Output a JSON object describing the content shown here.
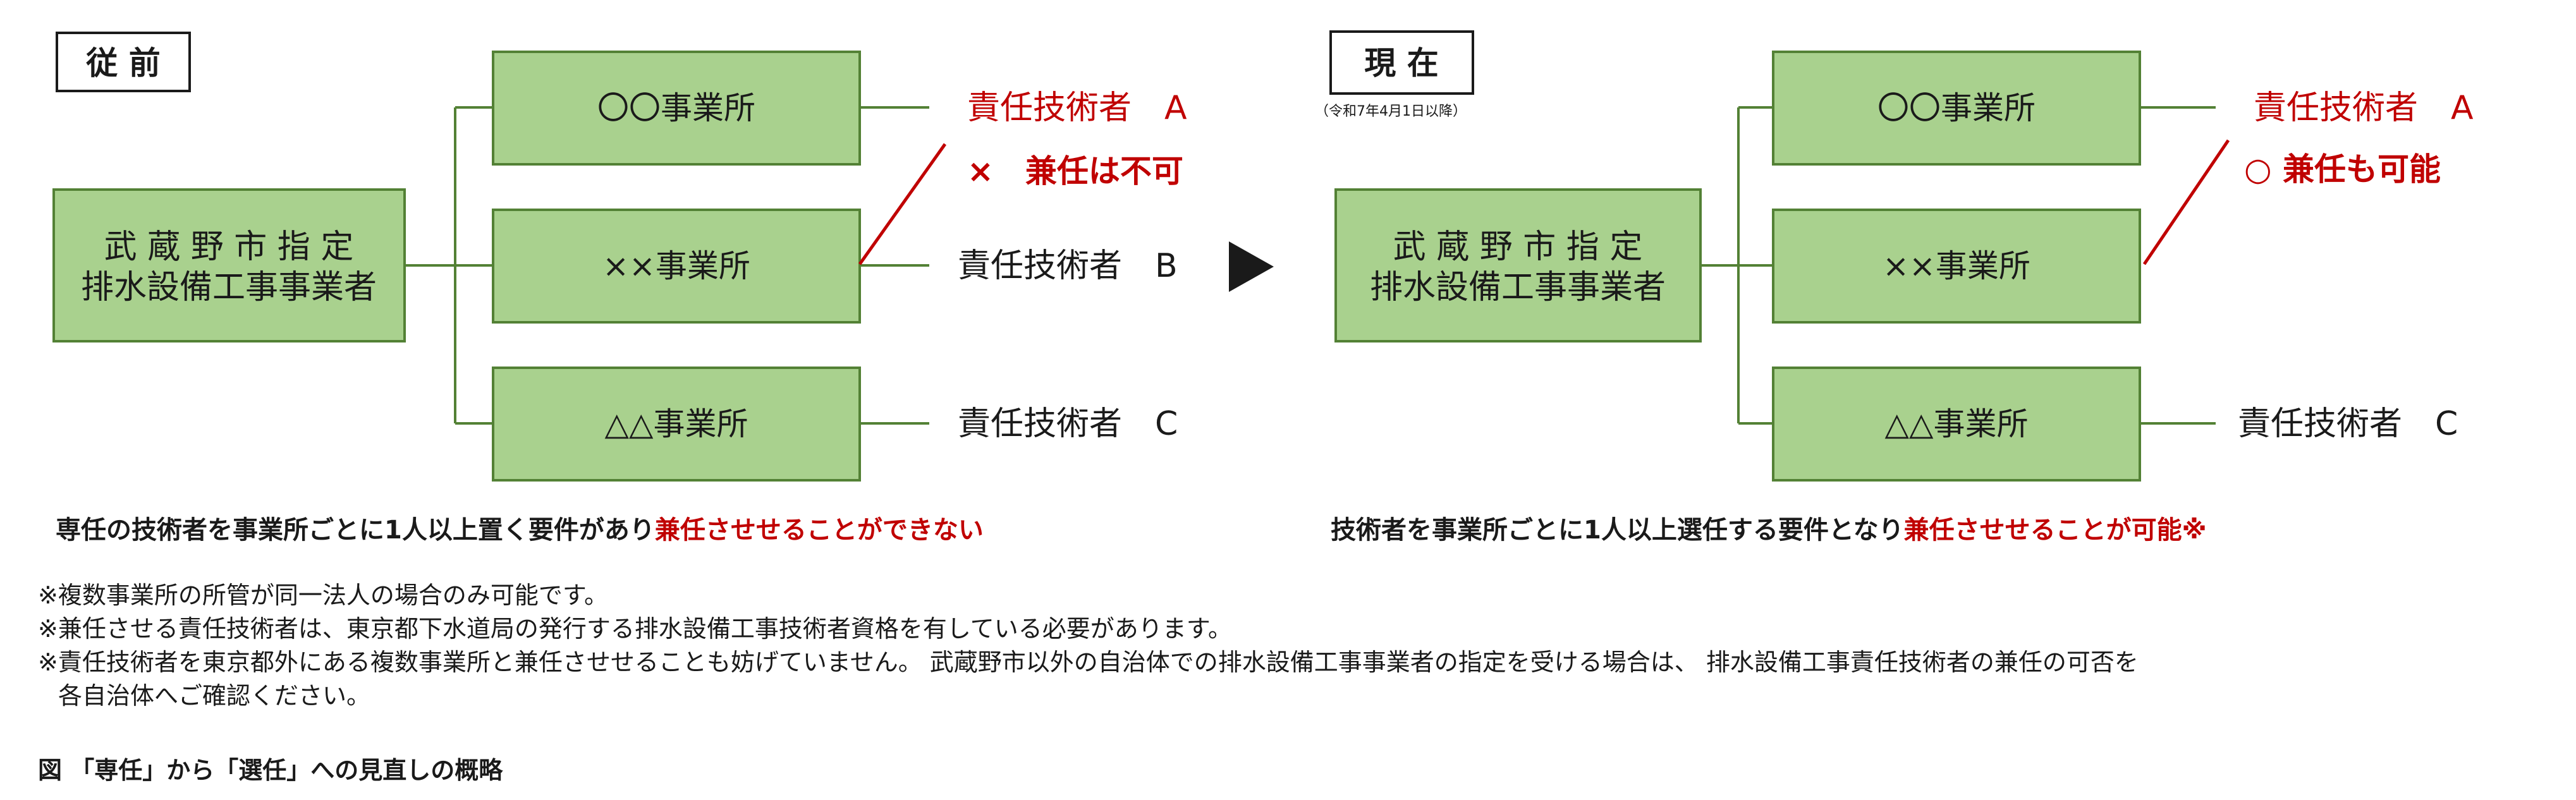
{
  "before": {
    "label": "従 前",
    "main_box": [
      "武 蔵 野 市 指 定",
      "排水設備工事事業者"
    ],
    "offices": [
      "〇〇事業所",
      "××事業所",
      "△△事業所"
    ],
    "engineers": [
      "責任技術者　A",
      "責任技術者　B",
      "責任技術者　C"
    ],
    "note": "×　兼任は不可",
    "caption_plain": "専任の技術者を事業所ごとに1人以上置く要件があり",
    "caption_red": "兼任させせることができない"
  },
  "arrow": "▶",
  "after": {
    "label": "現 在",
    "sublabel": "（令和7年4月1日以降）",
    "main_box": [
      "武 蔵 野 市 指 定",
      "排水設備工事事業者"
    ],
    "offices": [
      "〇〇事業所",
      "××事業所",
      "△△事業所"
    ],
    "engineers": [
      "責任技術者　A",
      "責任技術者　C"
    ],
    "note": "○ 兼任も可能",
    "caption_plain": "技術者を事業所ごとに1人以上選任する要件となり",
    "caption_red": "兼任させせることが可能※"
  },
  "footnotes": [
    "※複数事業所の所管が同一法人の場合のみ可能です。",
    "※兼任させる責任技術者は、東京都下水道局の発行する排水設備工事技術者資格を有している必要があります。",
    "※責任技術者を東京都外にある複数事業所と兼任させせることも妨げていません。 武蔵野市以外の自治体での排水設備工事事業者の指定を受ける場合は、 排水設備工事責任技術者の兼任の可否を",
    "各自治体へご確認ください。"
  ],
  "figure_caption": "図 「専任」から「選任」への見直しの概略",
  "colors": {
    "node_fill": "#a9d18e",
    "node_stroke": "#538135",
    "accent_red": "#c00000"
  }
}
